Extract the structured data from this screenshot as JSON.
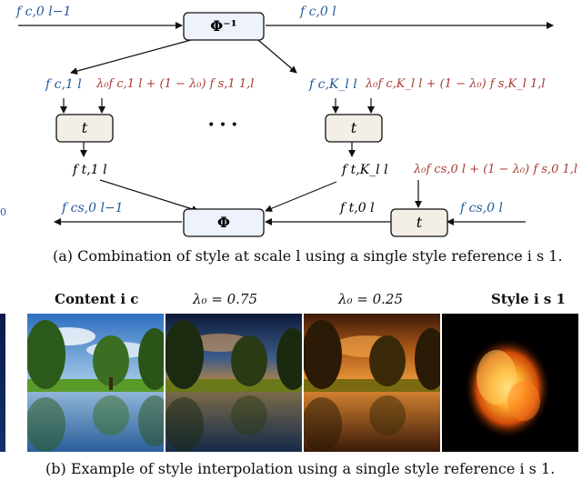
{
  "diagram": {
    "phi_inv_op": "Φ⁻¹",
    "phi_op": "Φ",
    "t_op": "t",
    "ellipsis": "• • •",
    "in_fc0_prev": "f c,0 l−1",
    "out_fc0": "f c,0 l",
    "fc1": "f c,1 l",
    "fcK": "f c,K_l l",
    "mix1": "λ₀f c,1 l + (1 − λ₀) f s,1 1,l",
    "mixK": "λ₀f c,K_l l + (1 − λ₀) f s,K_l 1,l",
    "ft1": "f t,1 l",
    "ftK": "f t,K_l l",
    "ft0": "f t,0 l",
    "mix0": "λ₀f cs,0 l + (1 − λ₀) f s,0 1,l",
    "fcs0_out": "f cs,0 l−1",
    "fcs0_in": "f cs,0 l",
    "left_edge_fragment": "0"
  },
  "caption_a": "(a) Combination of style at scale l using a single style reference i s 1.",
  "examples": {
    "content_label": "Content i c",
    "lambda_075": "λ₀ = 0.75",
    "lambda_025": "λ₀ = 0.25",
    "style_label": "Style i s 1"
  },
  "caption_b": "(b) Example of style interpolation using a single style reference i s 1.",
  "colors": {
    "blue": "#1f5a9b",
    "red": "#a83a32",
    "box": "#f3efe6",
    "box_blue": "#eef3fb"
  }
}
